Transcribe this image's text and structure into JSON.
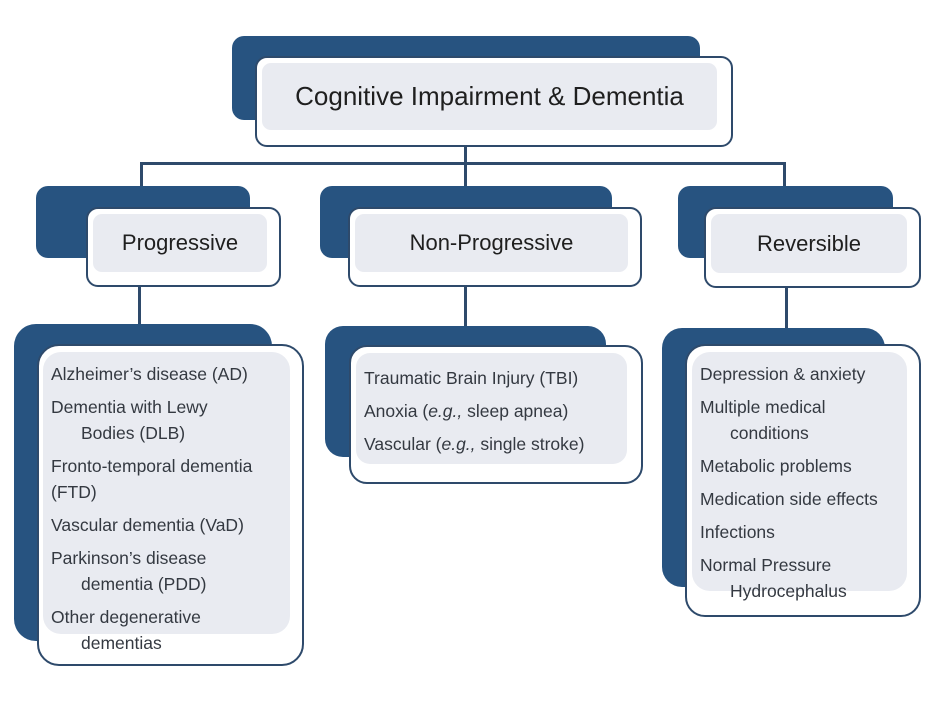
{
  "title": {
    "label": "Cognitive Impairment & Dementia"
  },
  "colors": {
    "shadow_blue": "#275380",
    "border_navy": "#2e4a6b",
    "panel_gray": "#e9ebf1",
    "box_white": "#ffffff",
    "text_dark": "#1f1f1f",
    "list_text": "#343941",
    "background": "#ffffff"
  },
  "branches": [
    {
      "label": "Progressive",
      "items": [
        {
          "lines": [
            {
              "indent": false,
              "segments": [
                {
                  "text": "Alzheimer’s disease (AD)"
                }
              ]
            }
          ]
        },
        {
          "lines": [
            {
              "indent": false,
              "segments": [
                {
                  "text": "Dementia with Lewy"
                }
              ]
            },
            {
              "indent": true,
              "segments": [
                {
                  "text": "Bodies (DLB)"
                }
              ]
            }
          ]
        },
        {
          "lines": [
            {
              "indent": false,
              "segments": [
                {
                  "text": "Fronto-temporal dementia"
                }
              ]
            },
            {
              "indent": false,
              "segments": [
                {
                  "text": "(FTD)"
                }
              ]
            }
          ]
        },
        {
          "lines": [
            {
              "indent": false,
              "segments": [
                {
                  "text": "Vascular dementia (VaD)"
                }
              ]
            }
          ]
        },
        {
          "lines": [
            {
              "indent": false,
              "segments": [
                {
                  "text": "Parkinson’s disease"
                }
              ]
            },
            {
              "indent": true,
              "segments": [
                {
                  "text": "dementia (PDD)"
                }
              ]
            }
          ]
        },
        {
          "lines": [
            {
              "indent": false,
              "segments": [
                {
                  "text": "Other degenerative"
                }
              ]
            },
            {
              "indent": true,
              "segments": [
                {
                  "text": "dementias"
                }
              ]
            }
          ]
        }
      ]
    },
    {
      "label": "Non-Progressive",
      "items": [
        {
          "lines": [
            {
              "indent": false,
              "segments": [
                {
                  "text": "Traumatic Brain Injury (TBI)"
                }
              ]
            }
          ]
        },
        {
          "lines": [
            {
              "indent": false,
              "segments": [
                {
                  "text": "Anoxia ("
                },
                {
                  "text": "e.g.,",
                  "italic": true
                },
                {
                  "text": " sleep apnea)"
                }
              ]
            }
          ]
        },
        {
          "lines": [
            {
              "indent": false,
              "segments": [
                {
                  "text": "Vascular ("
                },
                {
                  "text": "e.g.,",
                  "italic": true
                },
                {
                  "text": " single stroke)"
                }
              ]
            }
          ]
        }
      ]
    },
    {
      "label": "Reversible",
      "items": [
        {
          "lines": [
            {
              "indent": false,
              "segments": [
                {
                  "text": "Depression & anxiety"
                }
              ]
            }
          ]
        },
        {
          "lines": [
            {
              "indent": false,
              "segments": [
                {
                  "text": "Multiple medical"
                }
              ]
            },
            {
              "indent": true,
              "segments": [
                {
                  "text": "conditions"
                }
              ]
            }
          ]
        },
        {
          "lines": [
            {
              "indent": false,
              "segments": [
                {
                  "text": "Metabolic problems"
                }
              ]
            }
          ]
        },
        {
          "lines": [
            {
              "indent": false,
              "segments": [
                {
                  "text": "Medication side effects"
                }
              ]
            }
          ]
        },
        {
          "lines": [
            {
              "indent": false,
              "segments": [
                {
                  "text": "Infections"
                }
              ]
            }
          ]
        },
        {
          "lines": [
            {
              "indent": false,
              "segments": [
                {
                  "text": "Normal Pressure"
                }
              ]
            },
            {
              "indent": true,
              "segments": [
                {
                  "text": "Hydrocephalus"
                }
              ]
            }
          ]
        }
      ]
    }
  ]
}
